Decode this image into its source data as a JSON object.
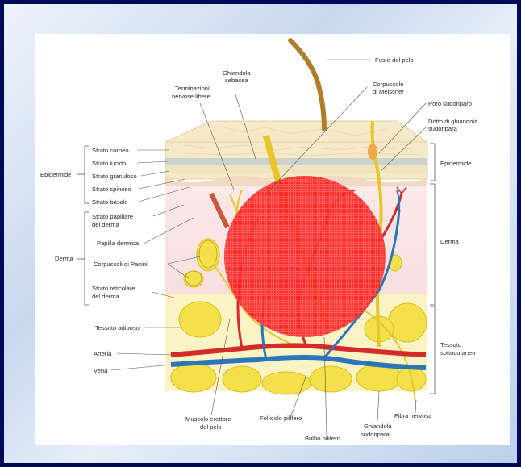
{
  "labels": {
    "fusto_pelo": "Fusto del pelo",
    "ghiandola_sebacea_1": "Ghiandola",
    "ghiandola_sebacea_2": "sebacea",
    "terminazioni_1": "Terminazioni",
    "terminazioni_2": "nervose libere",
    "corpuscolo_meissner_1": "Corpuscolo",
    "corpuscolo_meissner_2": "di Meissner",
    "poro_sudoriparo": "Poro sudoriparo",
    "dotto_1": "Dotto di ghiandola",
    "dotto_2": "sudoripara",
    "strato_corneo": "Strato corneo",
    "strato_lucido": "Strato lucido",
    "strato_granuloso": "Strato granuloso",
    "strato_spinoso": "Strato spinoso",
    "strato_basale": "Strato basale",
    "epidermide_left": "Epidermide",
    "epidermide_right": "Epidermide",
    "papillare_1": "Strato papillare",
    "papillare_2": "del derma",
    "papilla_dermica": "Papilla dermica",
    "derma_left": "Derma",
    "derma_right": "Derma",
    "pacini": "Corpuscoli di Pacini",
    "reticolare_1": "Strato reticolare",
    "reticolare_2": "del derma",
    "tessuto_adiposo": "Tessuto adiposo",
    "arteria": "Arteria",
    "vena": "Vena",
    "sottocutaneo_1": "Tessuto",
    "sottocutaneo_2": "sottocutaneo",
    "fibra_nervosa": "Fibra nervosa",
    "muscolo_1": "Muscolo erettore",
    "muscolo_2": "del pelo",
    "follicolo": "Follicolo pilifero",
    "bulbo": "Bulbo pilifero",
    "ghiandola_sudoripara_1": "Ghiandola",
    "ghiandola_sudoripara_2": "sudoripara"
  },
  "colors": {
    "overlay_circle": "#ff0a0a",
    "artery": "#d32a2a",
    "vein": "#2b76b8",
    "fat": "#f4e04a",
    "nerve": "#e6c629",
    "hair": "#b07d2a"
  }
}
